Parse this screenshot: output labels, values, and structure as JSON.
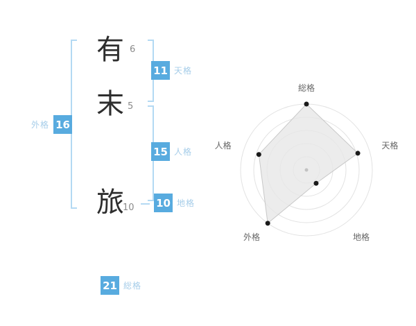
{
  "name": {
    "characters": [
      {
        "char": "有",
        "strokes": "6"
      },
      {
        "char": "末",
        "strokes": "5"
      },
      {
        "char": "旅",
        "strokes": "10"
      }
    ]
  },
  "badges": {
    "tenkaku": {
      "value": "11",
      "label": "天格"
    },
    "jinkaku": {
      "value": "15",
      "label": "人格"
    },
    "chikaku": {
      "value": "10",
      "label": "地格"
    },
    "gaikaku": {
      "value": "16",
      "label": "外格"
    },
    "soukaku": {
      "value": "21",
      "label": "総格"
    }
  },
  "colors": {
    "badge_bg": "#58abdf",
    "label_text": "#a6cde9",
    "bracket": "#b3d9f3",
    "ring": "#e2e2e2",
    "polygon_fill": "#e7e7e7",
    "polygon_stroke": "#c8c8c8",
    "dot": "#1a1a1a",
    "center_dot": "#c2c2c2",
    "axis_label": "#666666"
  },
  "chart_data": {
    "type": "radar",
    "title": "",
    "axes": [
      "総格",
      "天格",
      "地格",
      "外格",
      "人格"
    ],
    "values": [
      21,
      11,
      10,
      16,
      15
    ],
    "radius_fractions": [
      1.0,
      0.82,
      0.25,
      1.0,
      0.76
    ],
    "rings": 5,
    "grid": "concentric-circles",
    "legend": "none"
  }
}
